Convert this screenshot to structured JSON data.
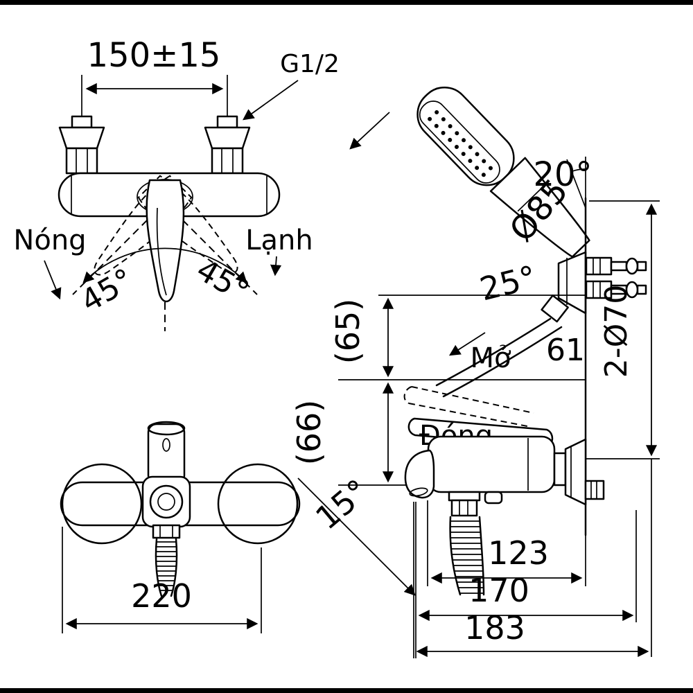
{
  "canvas": {
    "background": "#ffffff",
    "line_color": "#000000",
    "edge_bar_color": "#000000"
  },
  "front_view": {
    "mount_distance": "150±15",
    "thread_label": "G1/2",
    "hot_label": "Nóng",
    "cold_label": "Lạnh",
    "swing_left": "45°",
    "swing_right": "45°"
  },
  "bottom_view": {
    "width": "220"
  },
  "side_view": {
    "head_angle": "20°",
    "head_diameter": "Ø85",
    "hose_angle": "25°",
    "holes_note": "2-Ø70",
    "wall_dim": "61",
    "upper_dim": "(65)",
    "lower_dim": "(66)",
    "open_label": "Mở",
    "close_label": "Đóng",
    "spout_angle": "15°",
    "dim_spout": "123",
    "dim_mid": "170",
    "dim_total": "183"
  }
}
